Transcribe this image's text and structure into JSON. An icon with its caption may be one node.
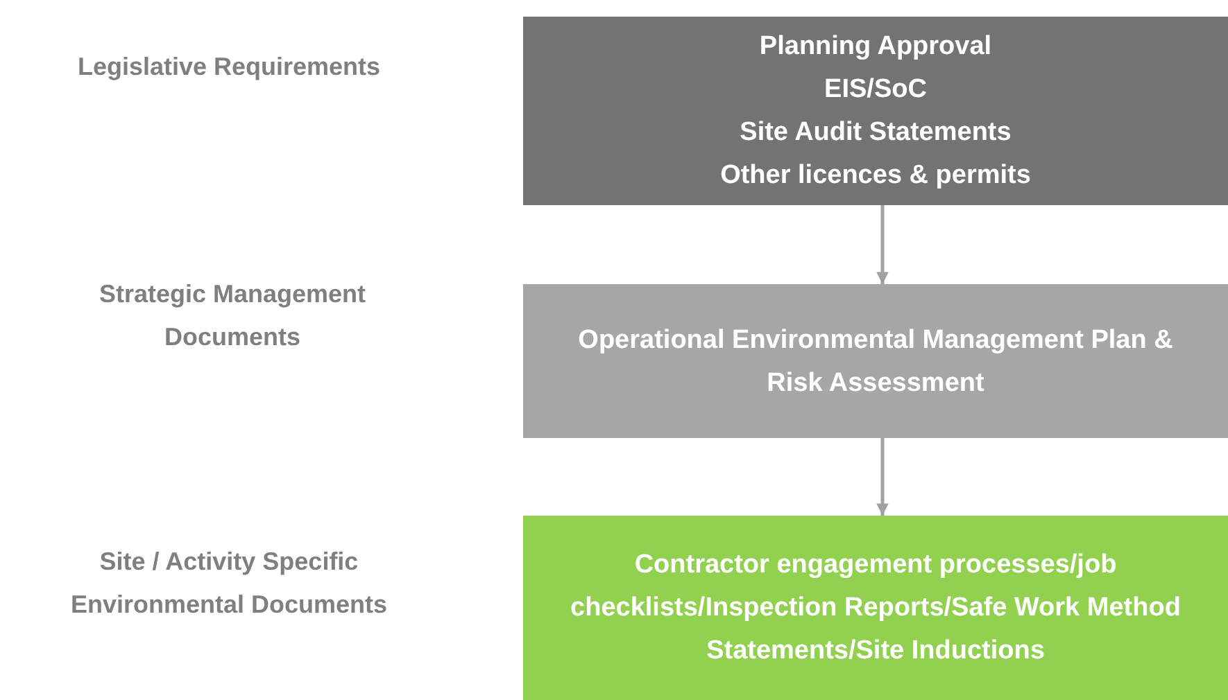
{
  "diagram": {
    "nodes": [
      {
        "text": [
          "Planning Approval",
          "EIS/SoC",
          "Site Audit Statements",
          "Other licences & permits"
        ]
      },
      {
        "text": [
          "Operational Environmental Management Plan & Risk Assessment"
        ]
      },
      {
        "text": [
          "Contractor engagement processes/job checklists/Inspection Reports/Safe Work Method Statements/Site Inductions"
        ]
      }
    ],
    "edges": [
      {
        "from": 0,
        "to": 1,
        "arrow": "to"
      },
      {
        "from": 1,
        "to": 2,
        "arrow": "to"
      }
    ],
    "labels": [
      "Legislative Requirements",
      "Strategic Management Documents",
      "Site / Activity Specific Environmental Documents"
    ]
  }
}
